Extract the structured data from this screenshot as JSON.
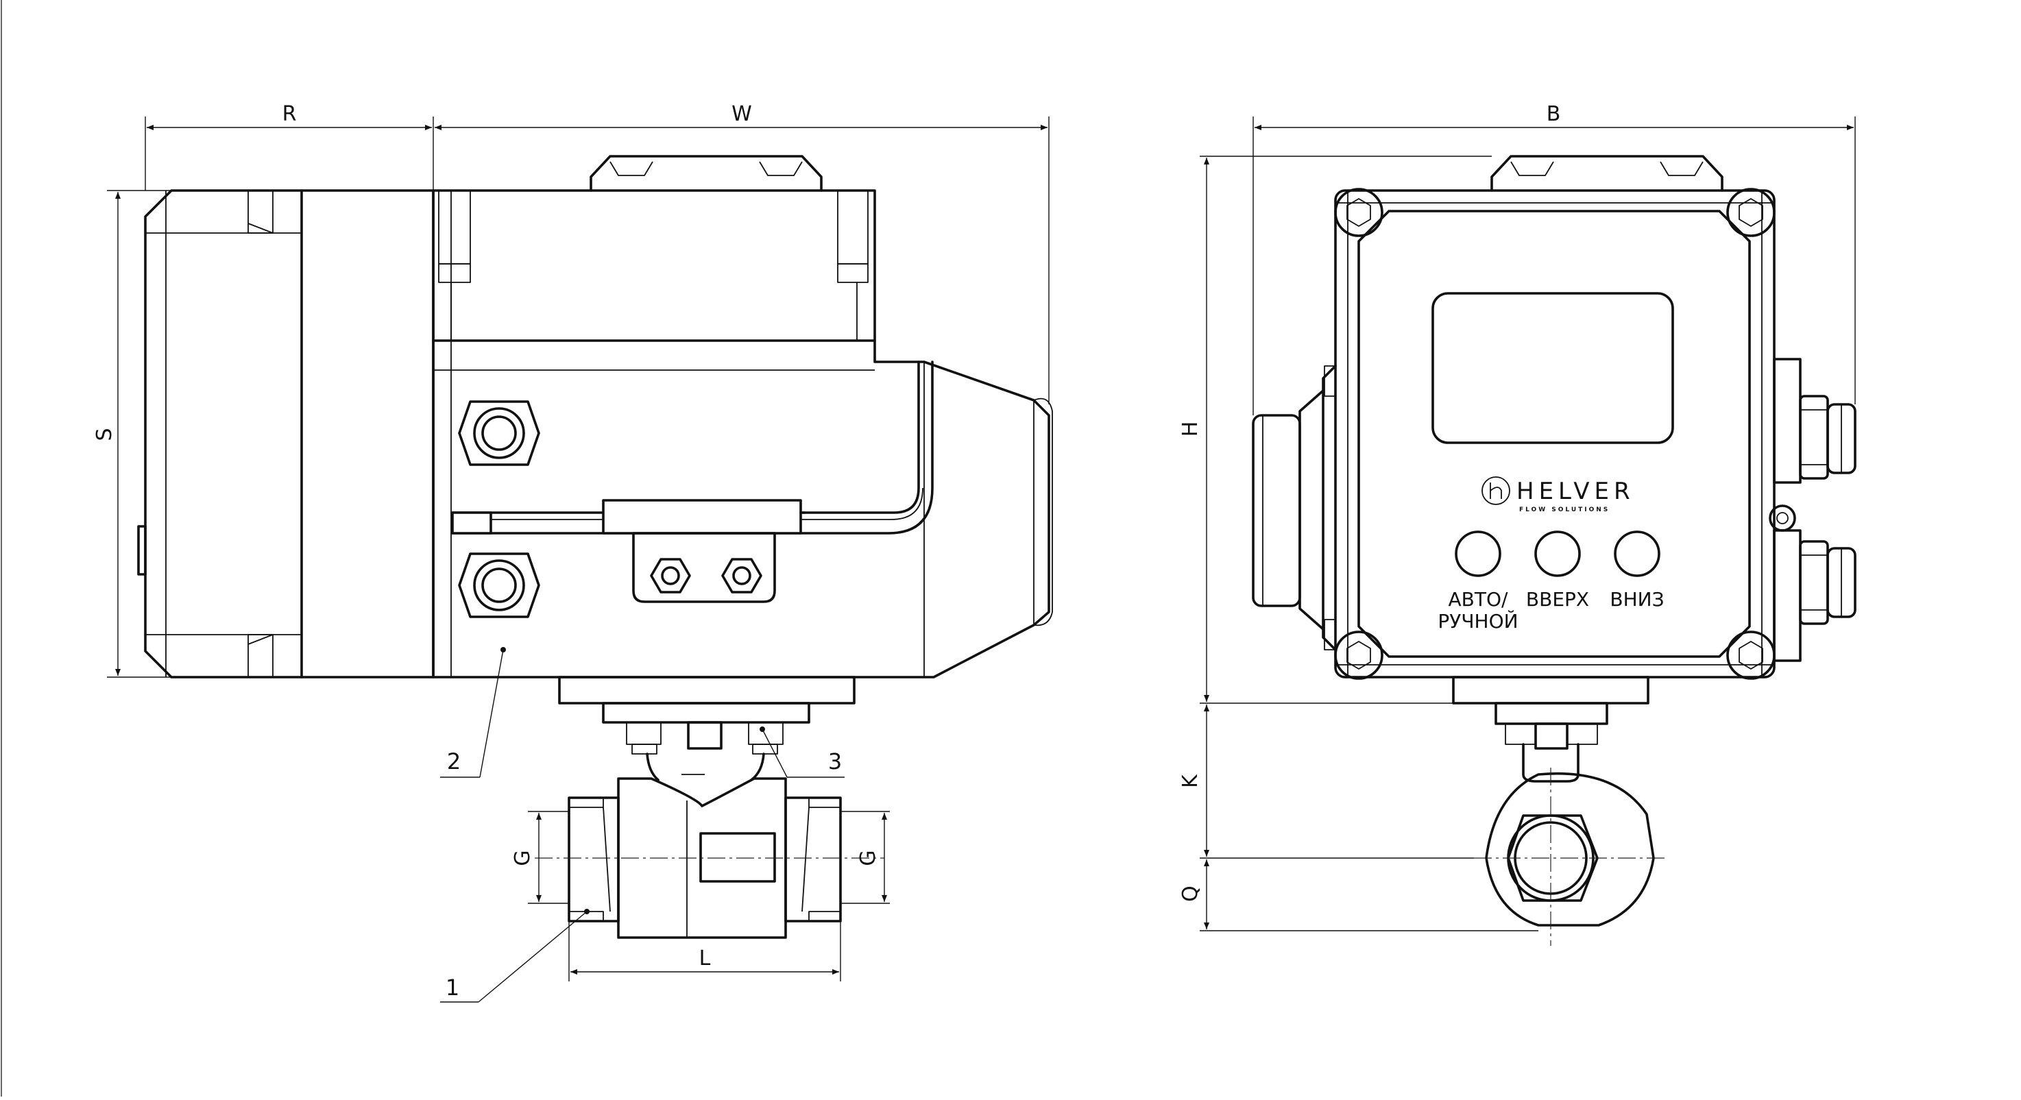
{
  "drawing": {
    "dimensions": {
      "R": "R",
      "W": "W",
      "S": "S",
      "B": "B",
      "H": "H",
      "K": "K",
      "Q": "Q",
      "L": "L",
      "G": "G"
    },
    "callouts": [
      "1",
      "2",
      "3"
    ],
    "panel": {
      "brand": "HELVER",
      "brand_sub": "FLOW SOLUTIONS",
      "buttons": [
        {
          "line1": "АВТО/",
          "line2": "РУЧНОЙ"
        },
        {
          "line1": "ВВЕРХ",
          "line2": ""
        },
        {
          "line1": "ВНИЗ",
          "line2": ""
        }
      ]
    },
    "colors": {
      "line": "#111111",
      "background": "#ffffff"
    }
  }
}
